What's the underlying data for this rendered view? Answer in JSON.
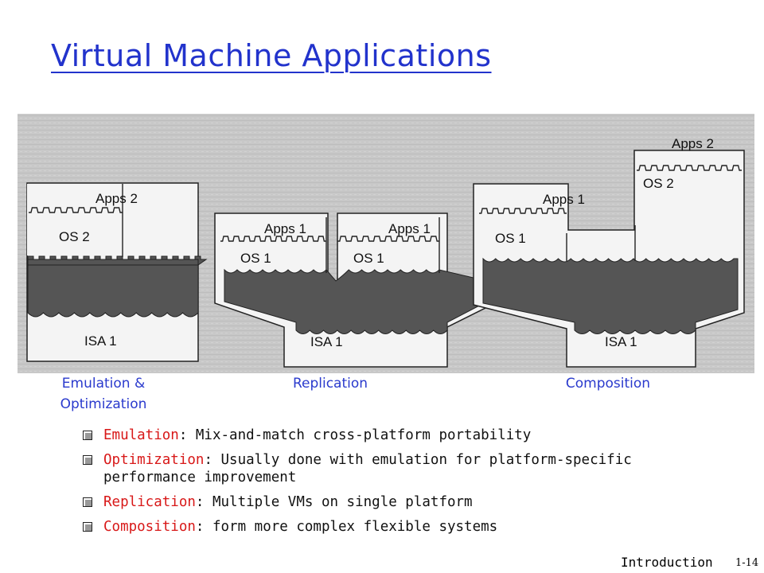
{
  "slide": {
    "title": "Virtual Machine Applications",
    "footer_label": "Introduction",
    "page_number": "1-14"
  },
  "diagram": {
    "panels": [
      {
        "caption_line1": "Emulation &",
        "caption_line2": "Optimization",
        "boxes": {
          "apps": "Apps 2",
          "os": "OS 2",
          "isa": "ISA 1"
        }
      },
      {
        "caption_line1": "Replication",
        "boxes": {
          "apps_left": "Apps 1",
          "apps_right": "Apps 1",
          "os_left": "OS 1",
          "os_right": "OS 1",
          "isa": "ISA 1"
        }
      },
      {
        "caption_line1": "Composition",
        "boxes": {
          "apps2": "Apps 2",
          "os2": "OS 2",
          "apps1": "Apps 1",
          "os1": "OS 1",
          "isa": "ISA 1"
        }
      }
    ]
  },
  "bullets": [
    {
      "term": "Emulation",
      "text": ": Mix-and-match cross-platform portability"
    },
    {
      "term": "Optimization",
      "text": ": Usually done with emulation for platform-specific performance improvement"
    },
    {
      "term": "Replication",
      "text": ": Multiple VMs on single platform"
    },
    {
      "term": "Composition",
      "text": ": form more complex flexible systems"
    }
  ]
}
